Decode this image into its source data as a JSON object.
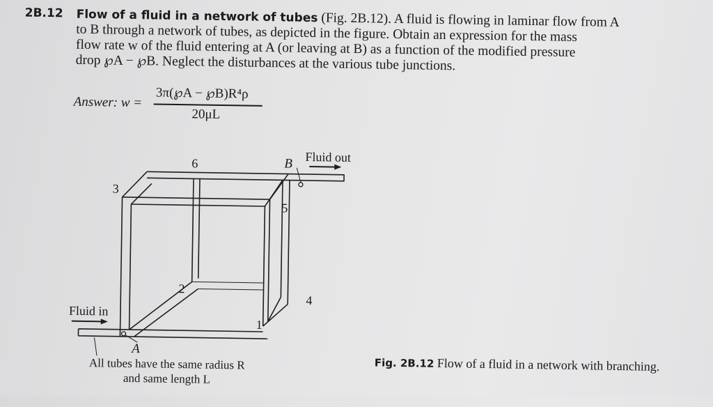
{
  "problem": {
    "number": "2B.12",
    "title": "Flow of a fluid in a network of tubes",
    "lines": [
      " (Fig. 2B.12). A fluid is flowing in laminar flow from A",
      "to B through a network of tubes, as depicted in the figure. Obtain an expression for the mass",
      "flow rate w of the fluid entering at A (or leaving at B) as a function of the modified pressure",
      "drop ℘A − ℘B. Neglect the disturbances at the various tube junctions."
    ]
  },
  "answer": {
    "label": "Answer: w =",
    "numerator": "3π(℘A − ℘B)R⁴ρ",
    "denominator": "20μL"
  },
  "figure": {
    "labels": {
      "fluid_in": "Fluid in",
      "fluid_out": "Fluid out",
      "point_a": "A",
      "point_b": "B",
      "tube_1": "1",
      "tube_2": "2",
      "tube_3": "3",
      "tube_4": "4",
      "tube_5": "5",
      "tube_6": "6"
    },
    "note": "All tubes have the same radius R and same length L",
    "caption_label": "Fig. 2B.12",
    "caption_text": " Flow of a fluid in a network with branching."
  }
}
